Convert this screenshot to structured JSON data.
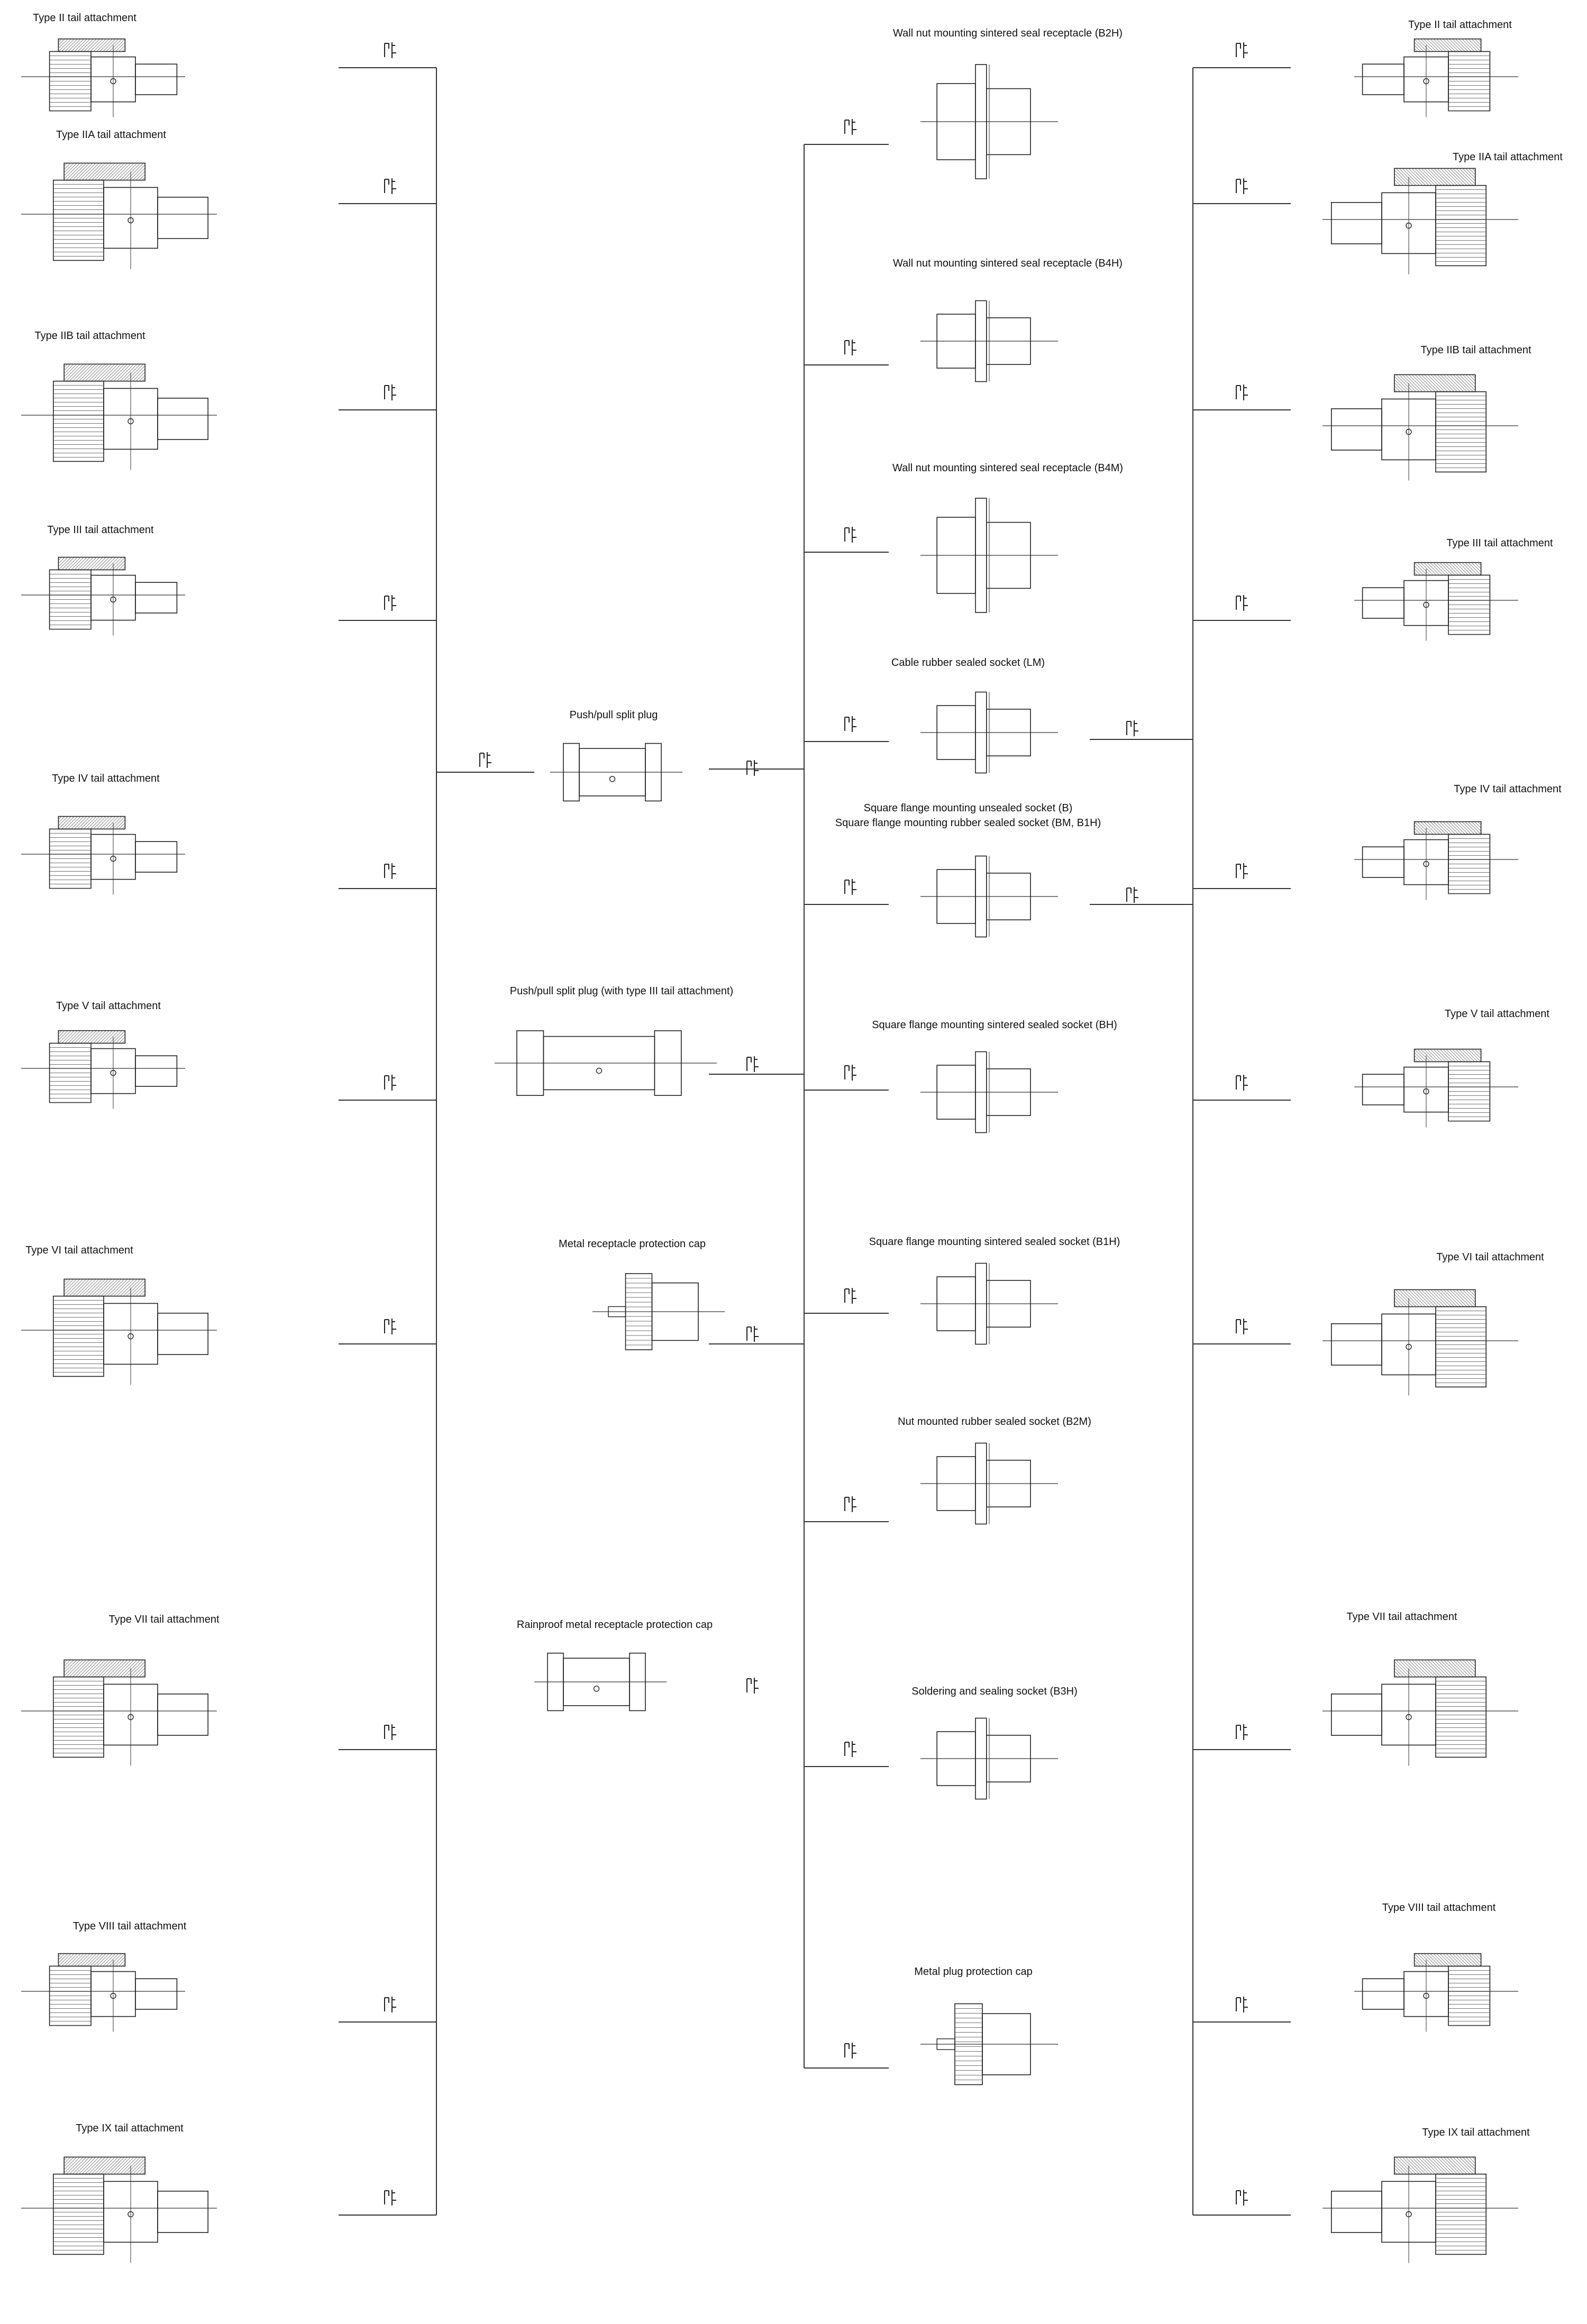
{
  "left_column": [
    {
      "label": "Type II tail attachment"
    },
    {
      "label": "Type IIA tail attachment"
    },
    {
      "label": "Type IIB tail attachment"
    },
    {
      "label": "Type III tail attachment"
    },
    {
      "label": "Type IV tail attachment"
    },
    {
      "label": "Type V tail attachment"
    },
    {
      "label": "Type VI tail attachment"
    },
    {
      "label": "Type VII tail attachment"
    },
    {
      "label": "Type VIII tail attachment"
    },
    {
      "label": "Type IX tail attachment"
    }
  ],
  "center_plugs": [
    {
      "label": "Push/pull split plug"
    },
    {
      "label": "Push/pull split plug (with type III tail attachment)"
    },
    {
      "label": "Metal receptacle protection cap"
    },
    {
      "label": "Rainproof metal receptacle protection cap"
    }
  ],
  "receptacles": [
    {
      "label": "Wall nut mounting sintered seal receptacle (B2H)"
    },
    {
      "label": "Wall nut mounting sintered seal receptacle (B4H)"
    },
    {
      "label": "Wall nut mounting sintered seal receptacle (B4M)"
    },
    {
      "label": "Cable rubber sealed socket (LM)"
    },
    {
      "label": "Square flange mounting unsealed socket (B)",
      "label2": "Square flange mounting rubber sealed socket (BM, B1H)"
    },
    {
      "label": "Square flange mounting sintered sealed socket (BH)"
    },
    {
      "label": "Square flange mounting sintered sealed socket (B1H)"
    },
    {
      "label": "Nut mounted rubber sealed socket (B2M)"
    },
    {
      "label": "Soldering and sealing socket (B3H)"
    },
    {
      "label": "Metal plug protection cap"
    }
  ],
  "right_column": [
    {
      "label": "Type II tail attachment"
    },
    {
      "label": "Type IIA tail attachment"
    },
    {
      "label": "Type IIB tail attachment"
    },
    {
      "label": "Type III tail attachment"
    },
    {
      "label": "Type IV tail attachment"
    },
    {
      "label": "Type V tail attachment"
    },
    {
      "label": "Type VI tail attachment"
    },
    {
      "label": "Type VII tail attachment"
    },
    {
      "label": "Type VIII tail attachment"
    },
    {
      "label": "Type IX tail attachment"
    }
  ],
  "connector_symbol": "plug-mate-symbol"
}
